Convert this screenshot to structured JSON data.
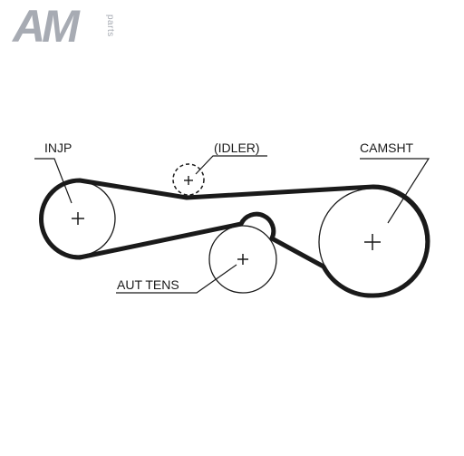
{
  "brand": {
    "logo_main": "AM",
    "logo_sub": "parts",
    "color": "#a7abb3"
  },
  "diagram": {
    "labels": {
      "injp": "INJP",
      "idler": "(IDLER)",
      "camsht": "CAMSHT",
      "aut_tens": "AUT TENS"
    },
    "belt_color": "#1a1a1a"
  }
}
